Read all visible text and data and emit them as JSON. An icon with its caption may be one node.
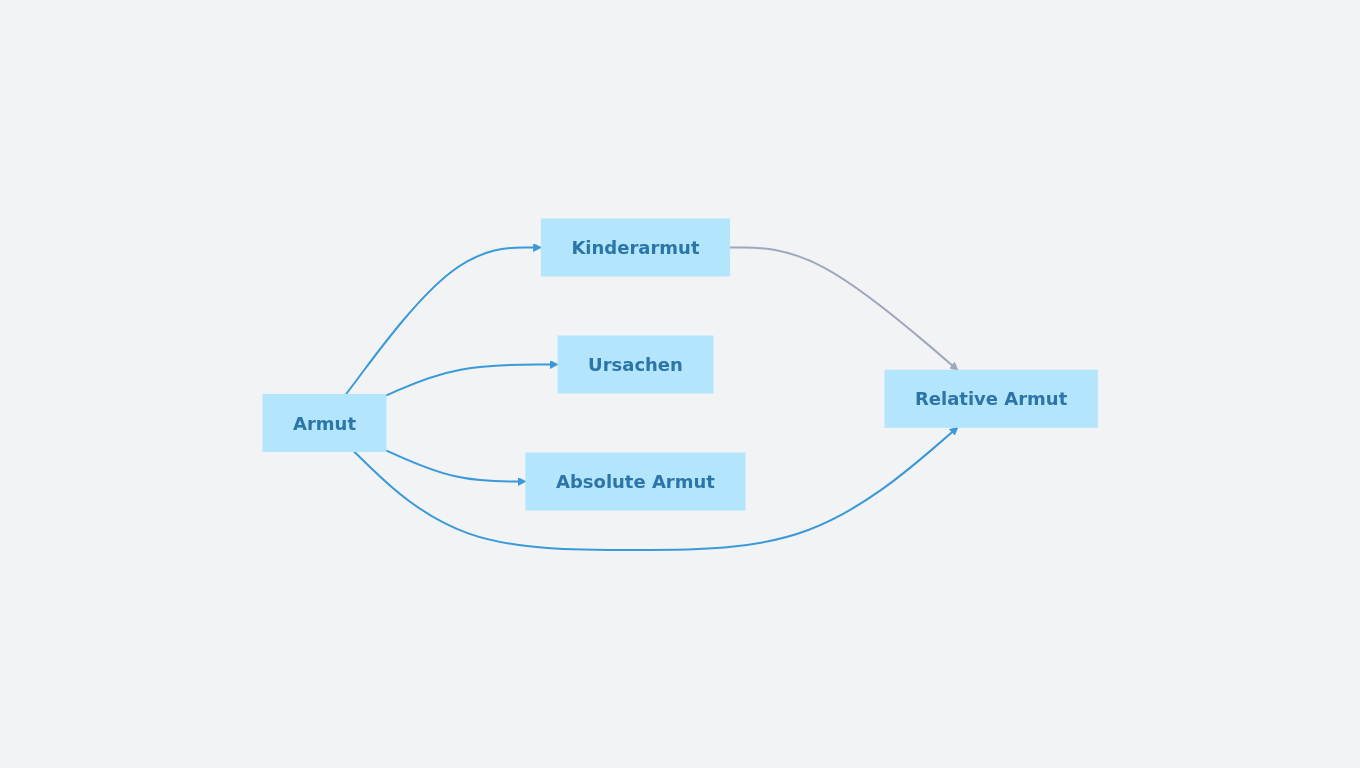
{
  "diagram": {
    "nodes": [
      {
        "text": [
          "Kinderarmut"
        ]
      },
      {
        "text": [
          "Relative Armut"
        ]
      },
      {
        "text": [
          "Armut"
        ]
      },
      {
        "text": [
          "Ursachen"
        ]
      },
      {
        "text": [
          "Absolute Armut"
        ]
      }
    ],
    "edges": [
      {
        "from": 0,
        "to": 1,
        "arrow": "to",
        "color": "#9ea7bd"
      },
      {
        "from": 2,
        "to": 0,
        "arrow": "to"
      },
      {
        "from": 2,
        "to": 1,
        "arrow": "to"
      },
      {
        "from": 2,
        "to": 3,
        "arrow": "to"
      },
      {
        "from": 2,
        "to": 4,
        "arrow": "to"
      }
    ]
  }
}
